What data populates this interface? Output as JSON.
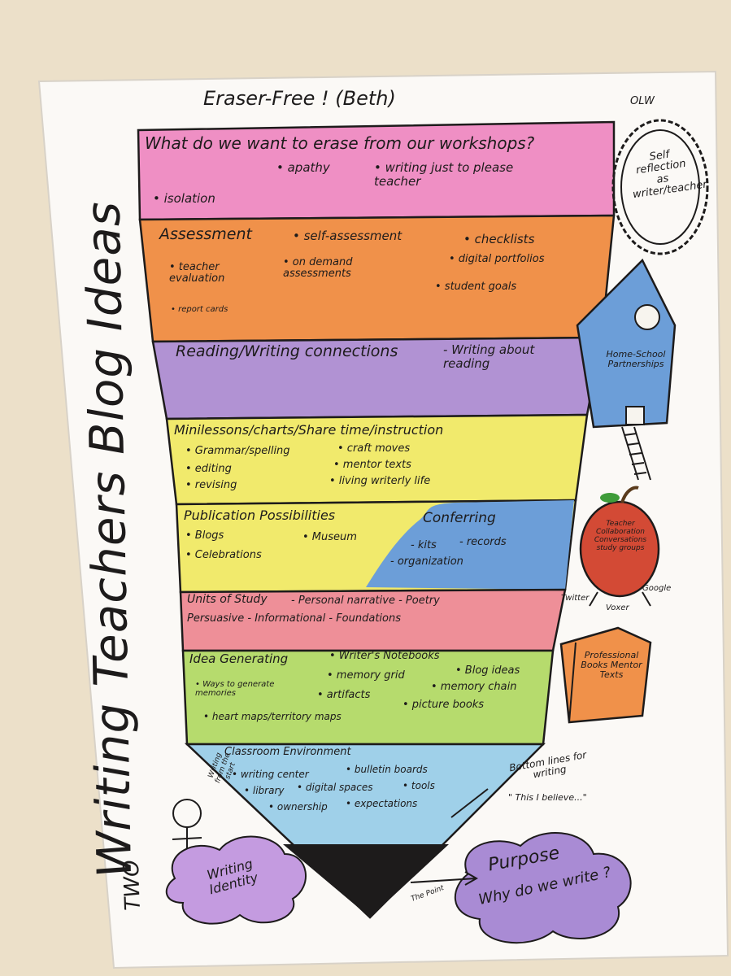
{
  "colors": {
    "wall": "#ece0c9",
    "paper": "#fbf9f6",
    "band_pink": "#ef8fc4",
    "band_orange": "#f0914a",
    "band_purple": "#b192d3",
    "band_yellow": "#f1ea6c",
    "band_blue": "#6c9ed8",
    "band_rose": "#ee8f98",
    "band_green": "#b6db6d",
    "band_tip": "#9fd0e9",
    "tip_black": "#1d1b1b"
  },
  "poster": {
    "top_title": "Eraser-Free ! (Beth)",
    "side_title_prefix": "TWO",
    "side_title_main": "Writing Teachers Blog Ideas",
    "bands": {
      "erase": {
        "question": "What do we want to erase from our workshops?",
        "items": [
          "• apathy",
          "• writing just to please teacher",
          "• isolation"
        ]
      },
      "assessment": {
        "heading": "Assessment",
        "items": [
          "• self-assessment",
          "• checklists",
          "• teacher evaluation",
          "• on demand assessments",
          "• digital portfolios",
          "• student goals",
          "• report cards"
        ]
      },
      "reading": {
        "heading": "Reading/Writing connections",
        "note": "- Writing about reading"
      },
      "minilessons": {
        "heading": "Minilessons/charts/Share time/instruction",
        "items": [
          "• Grammar/spelling",
          "• editing",
          "• revising",
          "• craft moves",
          "• mentor texts",
          "• living writerly life"
        ]
      },
      "publication": {
        "heading": "Publication Possibilities",
        "items": [
          "• Blogs",
          "• Museum",
          "• Celebrations"
        ],
        "conferring_heading": "Conferring",
        "conferring_items": [
          "- kits",
          "- records",
          "- organization"
        ]
      },
      "units": {
        "heading": "Units of Study",
        "line1": "- Personal narrative - Poetry",
        "line2": "Persuasive - Informational - Foundations"
      },
      "idea": {
        "heading": "Idea Generating",
        "items": [
          "• Writer's Notebooks",
          "• Blog ideas",
          "• memory grid",
          "• memory chain",
          "• Ways to generate memories",
          "• artifacts",
          "• picture books",
          "• heart maps/territory maps"
        ]
      },
      "classroom": {
        "heading": "Classroom Environment",
        "items": [
          "• writing center",
          "• bulletin boards",
          "• library",
          "• digital spaces",
          "• tools",
          "• ownership",
          "• expectations"
        ]
      }
    },
    "side": {
      "olw_label": "OLW",
      "self_reflection": "Self reflection as writer/teacher",
      "home_school": "Home-School Partnerships",
      "teacher_collab": "Teacher Collaboration Conversations study groups",
      "twitter": "Twitter",
      "voxer": "Voxer",
      "google": "Google",
      "book": "Professional Books Mentor Texts",
      "bottom_lines": "Bottom lines for writing",
      "believe": "\" This I believe...\"",
      "writing_from_start": "Writing from the start",
      "writing_identity": "Writing Identity",
      "the_point": "The Point",
      "purpose": "Purpose",
      "why_write": "Why do we write ?"
    }
  }
}
